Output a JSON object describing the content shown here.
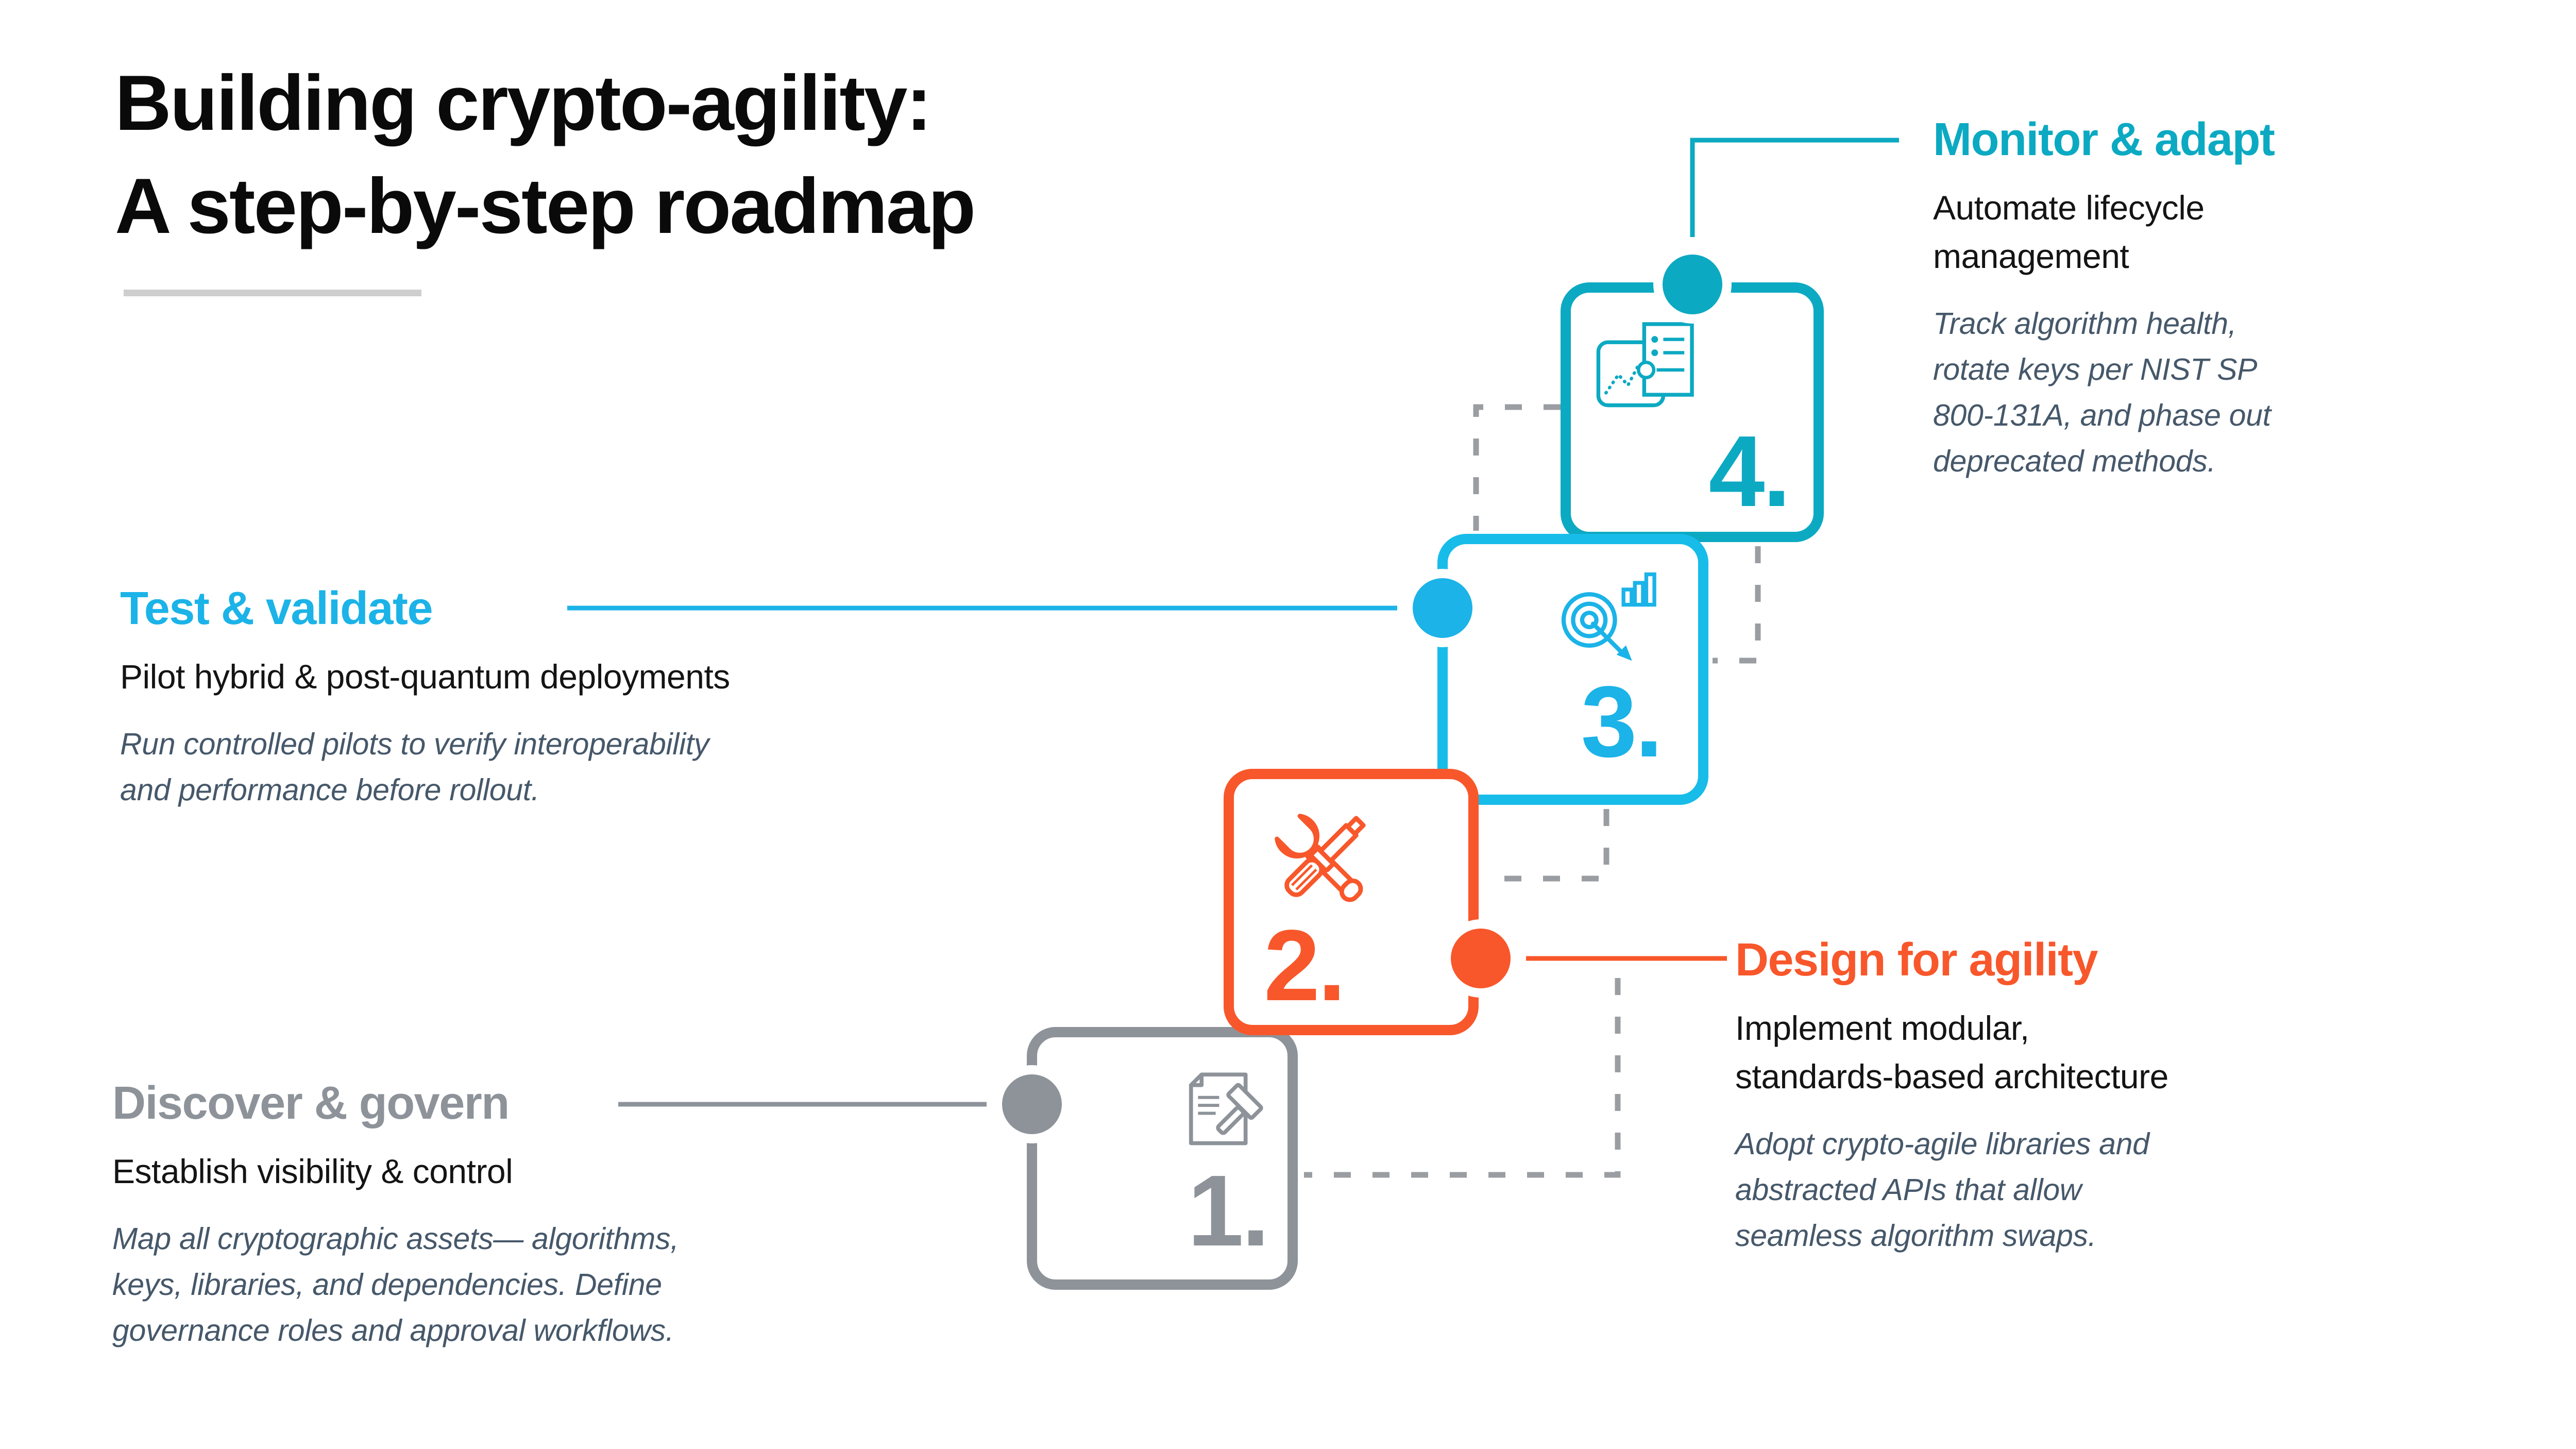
{
  "page": {
    "title_line1": "Building crypto-agility:",
    "title_line2": "A step-by-step roadmap"
  },
  "colors": {
    "teal": "#0ca9c2",
    "sky_blue": "#1bb3e8",
    "orange": "#f8572b",
    "gray": "#8e939a",
    "body_slate": "#46586a",
    "dashed_connector_gray": "#9a9da1",
    "title_black": "#0a0a0a",
    "underline_gray": "#cecece"
  },
  "steps": [
    {
      "number": "1.",
      "title": "Discover & govern",
      "subtitle_lines": [
        "Establish visibility & control"
      ],
      "body_lines": [
        "Map all cryptographic assets— algorithms,",
        "keys, libraries, and dependencies. Define",
        "governance roles and approval workflows."
      ],
      "icon": "document-gavel-icon",
      "color": "#8e939a"
    },
    {
      "number": "2.",
      "title": "Design for agility",
      "subtitle_lines": [
        "Implement modular,",
        "standards-based architecture"
      ],
      "body_lines": [
        "Adopt crypto-agile libraries and",
        "abstracted APIs that allow",
        "seamless algorithm swaps."
      ],
      "icon": "wrench-screwdriver-icon",
      "color": "#f8572b"
    },
    {
      "number": "3.",
      "title": "Test & validate",
      "subtitle_lines": [
        "Pilot hybrid & post-quantum deployments"
      ],
      "body_lines": [
        "Run controlled pilots to verify interoperability",
        "and performance before rollout."
      ],
      "icon": "target-arrow-icon",
      "color": "#1bb3e8"
    },
    {
      "number": "4.",
      "title": "Monitor & adapt",
      "subtitle_lines": [
        "Automate lifecycle",
        "management"
      ],
      "body_lines": [
        "Track algorithm health,",
        "rotate keys per NIST SP",
        "800-131A, and phase out",
        "deprecated methods."
      ],
      "icon": "monitor-lifecycle-icon",
      "color": "#0ca9c2"
    }
  ]
}
